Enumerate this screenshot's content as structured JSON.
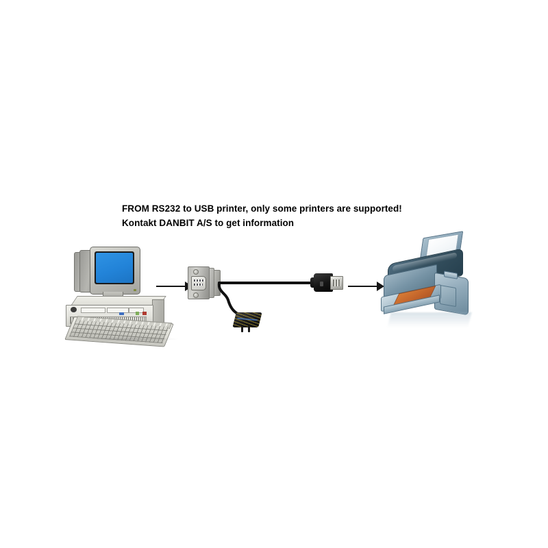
{
  "document": {
    "title": "FROM RS232 to USB printer connection diagram",
    "background_color": "#ffffff"
  },
  "caption": {
    "line1": "FROM RS232 to USB printer, only some printers are supported!",
    "line2": "Kontakt DANBIT A/S to get information",
    "color": "#000000",
    "font_weight": "bold"
  },
  "diagram": {
    "type": "connection-flow",
    "flow_order": [
      "computer",
      "rs232-db9-connector",
      "cable",
      "usb-connector",
      "printer"
    ],
    "nodes": {
      "computer": {
        "label": "Desktop PC with CRT monitor",
        "screen_color": "#2283d8",
        "case_color": "#e2e2dc",
        "parts": [
          "monitor",
          "screen",
          "desktop-case",
          "keyboard"
        ]
      },
      "rs232_connector": {
        "label": "RS232 DB9 serial connector",
        "body_color": "#b9b9b5",
        "pin_count": 9
      },
      "cable": {
        "label": "Adapter cable",
        "color": "#111111"
      },
      "power_plug": {
        "label": "Power plug",
        "color": "#171717",
        "accent_color": "#d7be3c"
      },
      "usb_connector": {
        "label": "USB connector",
        "body_color": "#151515",
        "contact_color": "#c9c9c4"
      },
      "printer": {
        "label": "Inkjet printer",
        "body_color": "#7794a6",
        "top_color": "#35505f",
        "output_paper_color": "#c0622a",
        "feed_paper_color": "#ffffff"
      }
    },
    "arrows": [
      {
        "name": "arrow-computer-to-connector",
        "direction": "right",
        "color": "#151515"
      },
      {
        "name": "arrow-usb-to-printer",
        "direction": "right",
        "color": "#151515"
      }
    ]
  }
}
